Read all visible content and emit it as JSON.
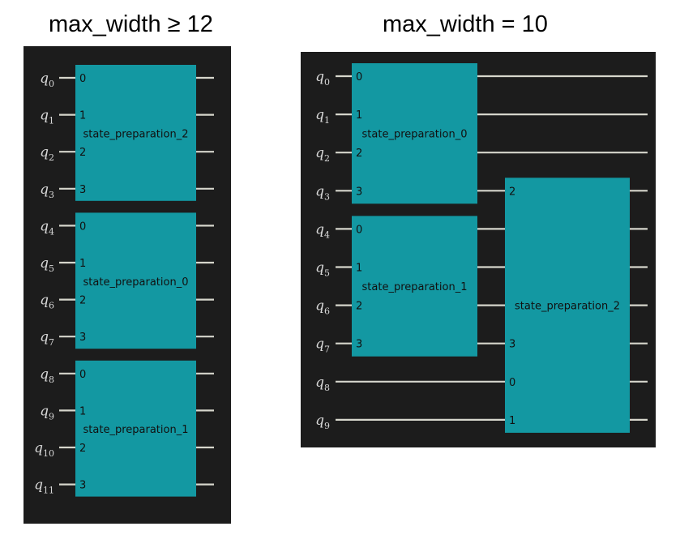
{
  "left": {
    "title": "max_width ≥ 12",
    "qubits": [
      "0",
      "1",
      "2",
      "3",
      "4",
      "5",
      "6",
      "7",
      "8",
      "9",
      "10",
      "11"
    ],
    "gates": [
      {
        "name": "state_preparation_2",
        "col": 0,
        "pins": [
          {
            "qubit": 0,
            "label": "0"
          },
          {
            "qubit": 1,
            "label": "1"
          },
          {
            "qubit": 2,
            "label": "2"
          },
          {
            "qubit": 3,
            "label": "3"
          }
        ]
      },
      {
        "name": "state_preparation_0",
        "col": 0,
        "pins": [
          {
            "qubit": 4,
            "label": "0"
          },
          {
            "qubit": 5,
            "label": "1"
          },
          {
            "qubit": 6,
            "label": "2"
          },
          {
            "qubit": 7,
            "label": "3"
          }
        ]
      },
      {
        "name": "state_preparation_1",
        "col": 0,
        "pins": [
          {
            "qubit": 8,
            "label": "0"
          },
          {
            "qubit": 9,
            "label": "1"
          },
          {
            "qubit": 10,
            "label": "2"
          },
          {
            "qubit": 11,
            "label": "3"
          }
        ]
      }
    ]
  },
  "right": {
    "title": "max_width = 10",
    "qubits": [
      "0",
      "1",
      "2",
      "3",
      "4",
      "5",
      "6",
      "7",
      "8",
      "9"
    ],
    "gates": [
      {
        "name": "state_preparation_0",
        "col": 0,
        "pins": [
          {
            "qubit": 0,
            "label": "0"
          },
          {
            "qubit": 1,
            "label": "1"
          },
          {
            "qubit": 2,
            "label": "2"
          },
          {
            "qubit": 3,
            "label": "3"
          }
        ]
      },
      {
        "name": "state_preparation_1",
        "col": 0,
        "pins": [
          {
            "qubit": 4,
            "label": "0"
          },
          {
            "qubit": 5,
            "label": "1"
          },
          {
            "qubit": 6,
            "label": "2"
          },
          {
            "qubit": 7,
            "label": "3"
          }
        ]
      },
      {
        "name": "state_preparation_2",
        "col": 1,
        "pins": [
          {
            "qubit": 3,
            "label": "2"
          },
          {
            "qubit": 7,
            "label": "3"
          },
          {
            "qubit": 8,
            "label": "0"
          },
          {
            "qubit": 9,
            "label": "1"
          }
        ]
      }
    ]
  },
  "colors": {
    "panel": "#1c1c1c",
    "gate": "#1398a2",
    "wire": "#d6d6cc",
    "qubit_label": "#d8d8d8"
  }
}
